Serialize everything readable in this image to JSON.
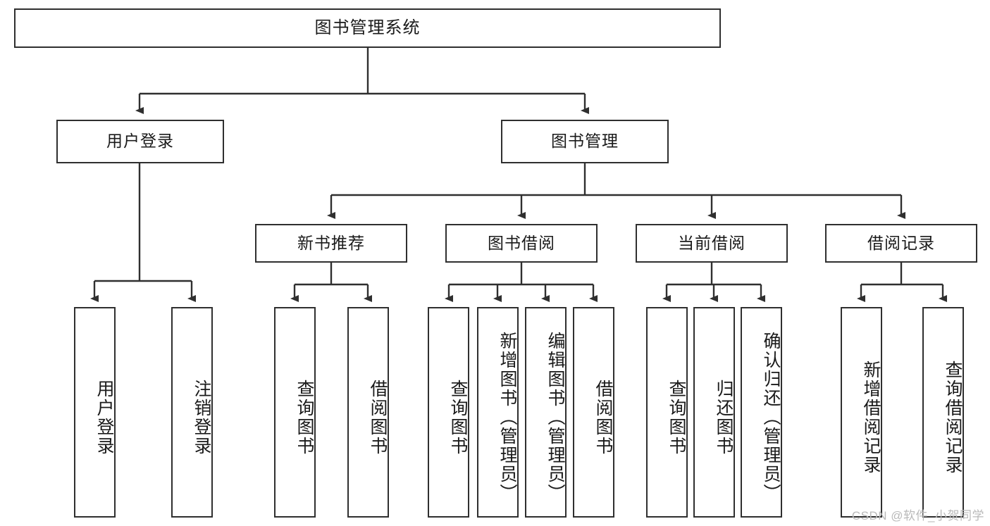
{
  "diagram": {
    "title": "图书管理系统",
    "type": "tree-hierarchy-diagram",
    "root": {
      "label": "图书管理系统"
    },
    "level2": [
      {
        "label": "用户登录"
      },
      {
        "label": "图书管理"
      }
    ],
    "level3": [
      {
        "label": "新书推荐"
      },
      {
        "label": "图书借阅"
      },
      {
        "label": "当前借阅"
      },
      {
        "label": "借阅记录"
      }
    ],
    "leaves": {
      "user_login": [
        {
          "label": "用户登录"
        },
        {
          "label": "注销登录"
        }
      ],
      "new_book_recommend": [
        {
          "label": "查询图书"
        },
        {
          "label": "借阅图书"
        }
      ],
      "book_borrow": [
        {
          "label": "查询图书"
        },
        {
          "label": "新增图书（管理员）"
        },
        {
          "label": "编辑图书（管理员）"
        },
        {
          "label": "借阅图书"
        }
      ],
      "current_borrow": [
        {
          "label": "查询图书"
        },
        {
          "label": "归还图书"
        },
        {
          "label": "确认归还（管理员）"
        }
      ],
      "borrow_records": [
        {
          "label": "新增借阅记录"
        },
        {
          "label": "查询借阅记录"
        }
      ]
    }
  },
  "watermark": {
    "text": "CSDN @软件_小贺同学"
  },
  "colors": {
    "border": "#2f2f2f",
    "background": "#ffffff",
    "text": "#1a1a1a",
    "watermark": "#b9b9b9"
  }
}
